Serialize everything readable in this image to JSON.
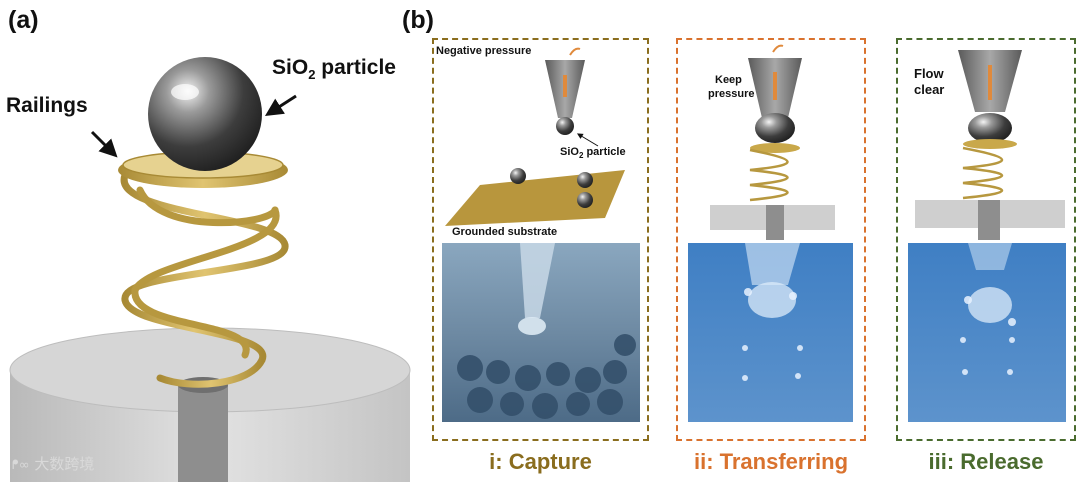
{
  "panels": {
    "a": {
      "tag": "(a)",
      "label_particle_prefix": "SiO",
      "label_particle_sub": "2",
      "label_particle_suffix": " particle",
      "label_railings": "Railings"
    },
    "b": {
      "tag": "(b)"
    }
  },
  "stages": [
    {
      "id": "capture",
      "caption": "i: Capture",
      "color": "#8a6d1e",
      "labels": {
        "pressure": "Negative pressure",
        "particle_prefix": "SiO",
        "particle_sub": "2",
        "particle_suffix": " particle",
        "substrate": "Grounded substrate"
      }
    },
    {
      "id": "transferring",
      "caption": "ii: Transferring",
      "color": "#d9722e",
      "labels": {
        "pressure_line1": "Keep",
        "pressure_line2": "pressure"
      }
    },
    {
      "id": "release",
      "caption": "iii: Release",
      "color": "#4a6b2e",
      "labels": {
        "flow_line1": "Flow",
        "flow_line2": "clear"
      }
    }
  ],
  "watermark": "大数跨境",
  "colors": {
    "gold": "#c9a84a",
    "sphere": "#4a4a4a",
    "photo_blue": "#4d86c4",
    "capture_photo": "#6f8ea8"
  }
}
